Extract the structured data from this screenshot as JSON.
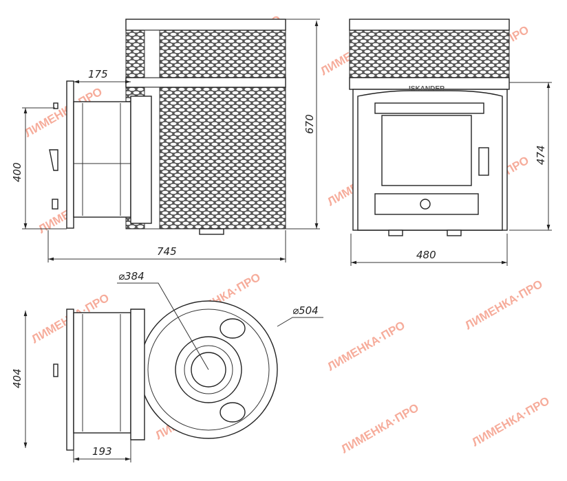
{
  "drawing": {
    "brand_label": "ISKANDER",
    "watermark": "ЛИМЕНКА·ПРО",
    "dimensions": {
      "side_door_depth": "175",
      "total_height": "670",
      "firebox_height": "400",
      "total_depth": "745",
      "front_height": "474",
      "front_width": "480",
      "inner_diameter": "⌀384",
      "outer_diameter": "⌀504",
      "plan_width": "404",
      "plan_door_depth": "193"
    }
  }
}
